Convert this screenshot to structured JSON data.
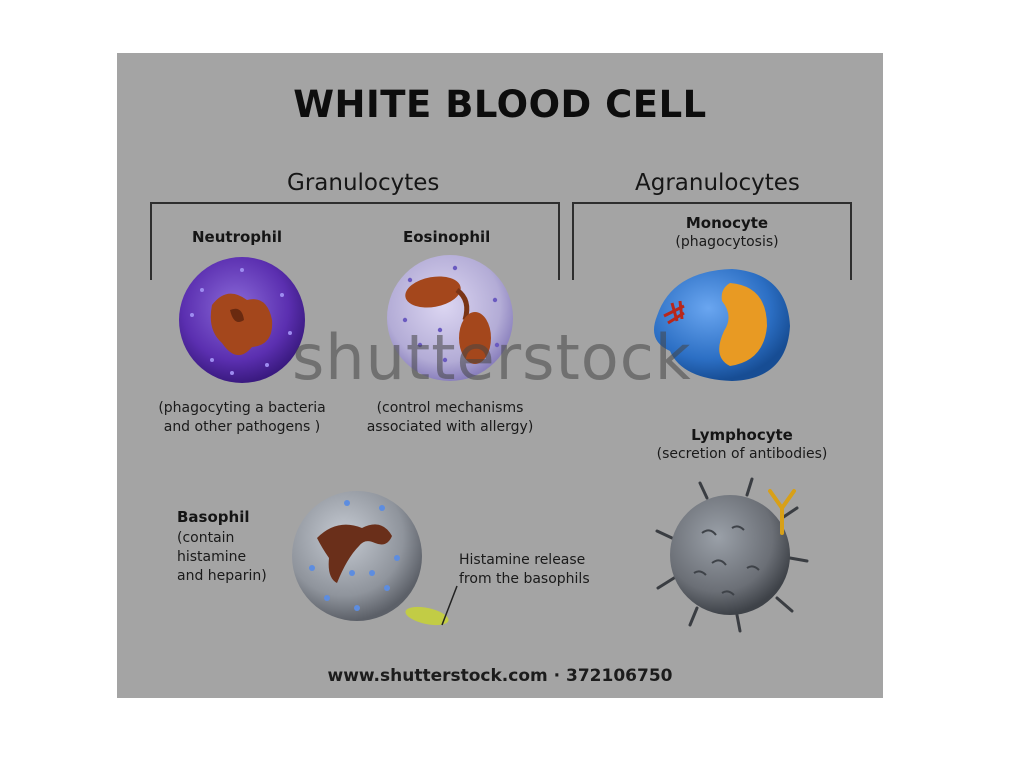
{
  "title": "WHITE BLOOD CELL",
  "groups": {
    "granulocytes": "Granulocytes",
    "agranulocytes": "Agranulocytes"
  },
  "cells": {
    "neutrophil": {
      "name": "Neutrophil",
      "desc1": "(phagocyting a bacteria",
      "desc2": "and other pathogens )"
    },
    "eosinophil": {
      "name": "Eosinophil",
      "desc1": "(control mechanisms",
      "desc2": "associated with allergy)"
    },
    "monocyte": {
      "name": "Monocyte",
      "desc1": "(phagocytosis)"
    },
    "lymphocyte": {
      "name": "Lymphocyte",
      "desc1": "(secretion of antibodies)"
    },
    "basophil": {
      "name": "Basophil",
      "desc1": "(contain",
      "desc2": "histamine",
      "desc3": "and heparin)"
    }
  },
  "histamine_label": {
    "line1": "Histamine release",
    "line2": "from the basophils"
  },
  "watermark": "shutterstock",
  "footer": "www.shutterstock.com · 372106750",
  "colors": {
    "panel": "#a4a4a4",
    "neutrophil": "#5b2fb0",
    "eosinophil": "#b3acd6",
    "monocyte": "#2c6fc4",
    "nucleus": "#a4471c",
    "basophil": "#8f949c",
    "lymphocyte": "#6b6f76",
    "histamine": "#c8d435"
  }
}
